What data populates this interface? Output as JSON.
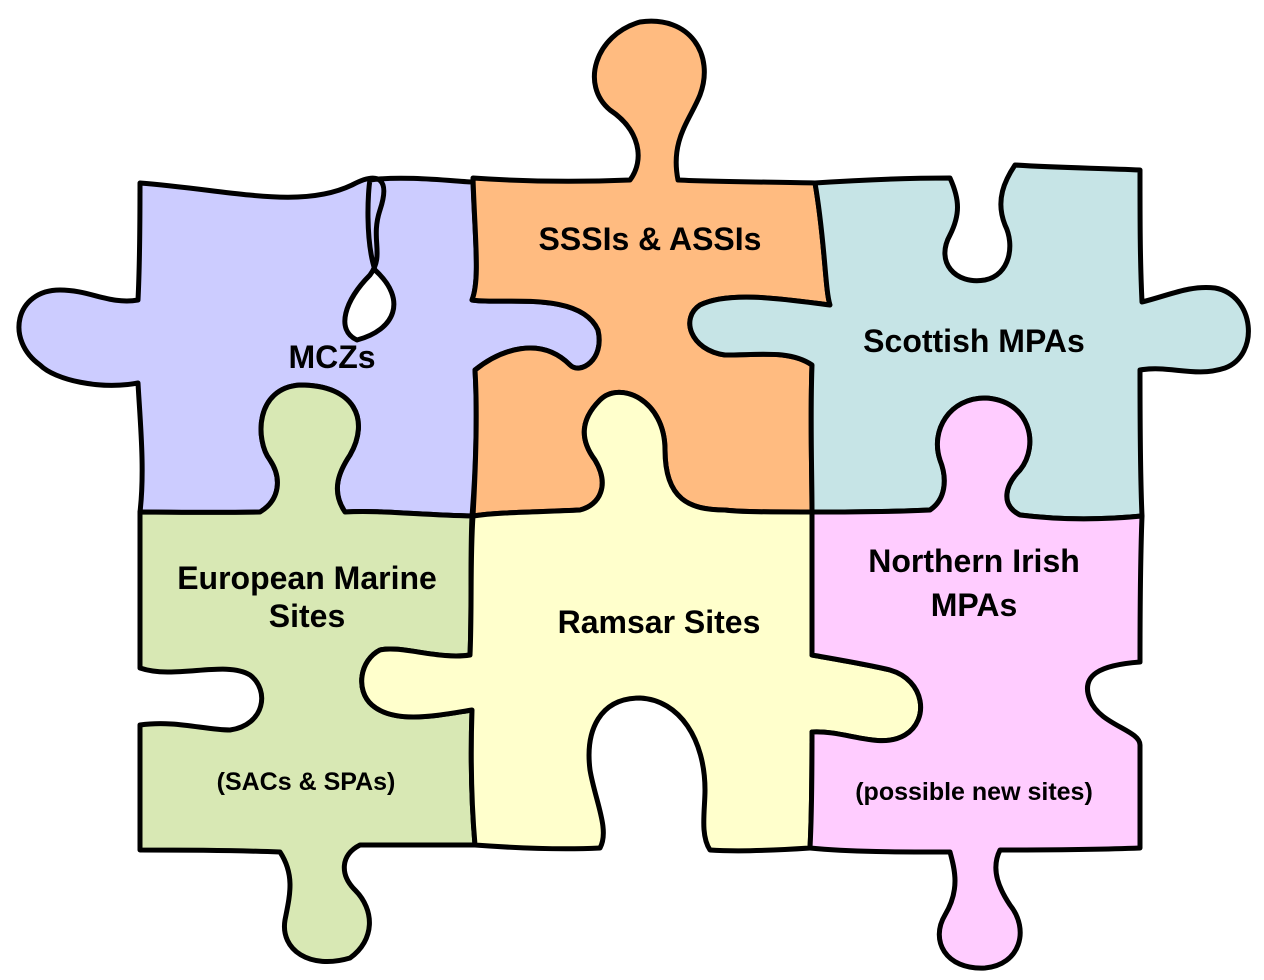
{
  "pieces": [
    {
      "id": "mczs",
      "color": "#ccccff",
      "lines": [
        "MCZs"
      ],
      "sub": ""
    },
    {
      "id": "sssis",
      "color": "#ffbb80",
      "lines": [
        "SSSIs & ASSIs"
      ],
      "sub": ""
    },
    {
      "id": "scottish",
      "color": "#c6e4e6",
      "lines": [
        "Scottish MPAs"
      ],
      "sub": ""
    },
    {
      "id": "european",
      "color": "#d8e8b4",
      "lines": [
        "European Marine",
        "Sites"
      ],
      "sub": "(SACs & SPAs)"
    },
    {
      "id": "ramsar",
      "color": "#ffffcc",
      "lines": [
        "Ramsar Sites"
      ],
      "sub": ""
    },
    {
      "id": "northern",
      "color": "#ffccff",
      "lines": [
        "Northern Irish",
        "MPAs"
      ],
      "sub": "(possible new sites)"
    }
  ]
}
